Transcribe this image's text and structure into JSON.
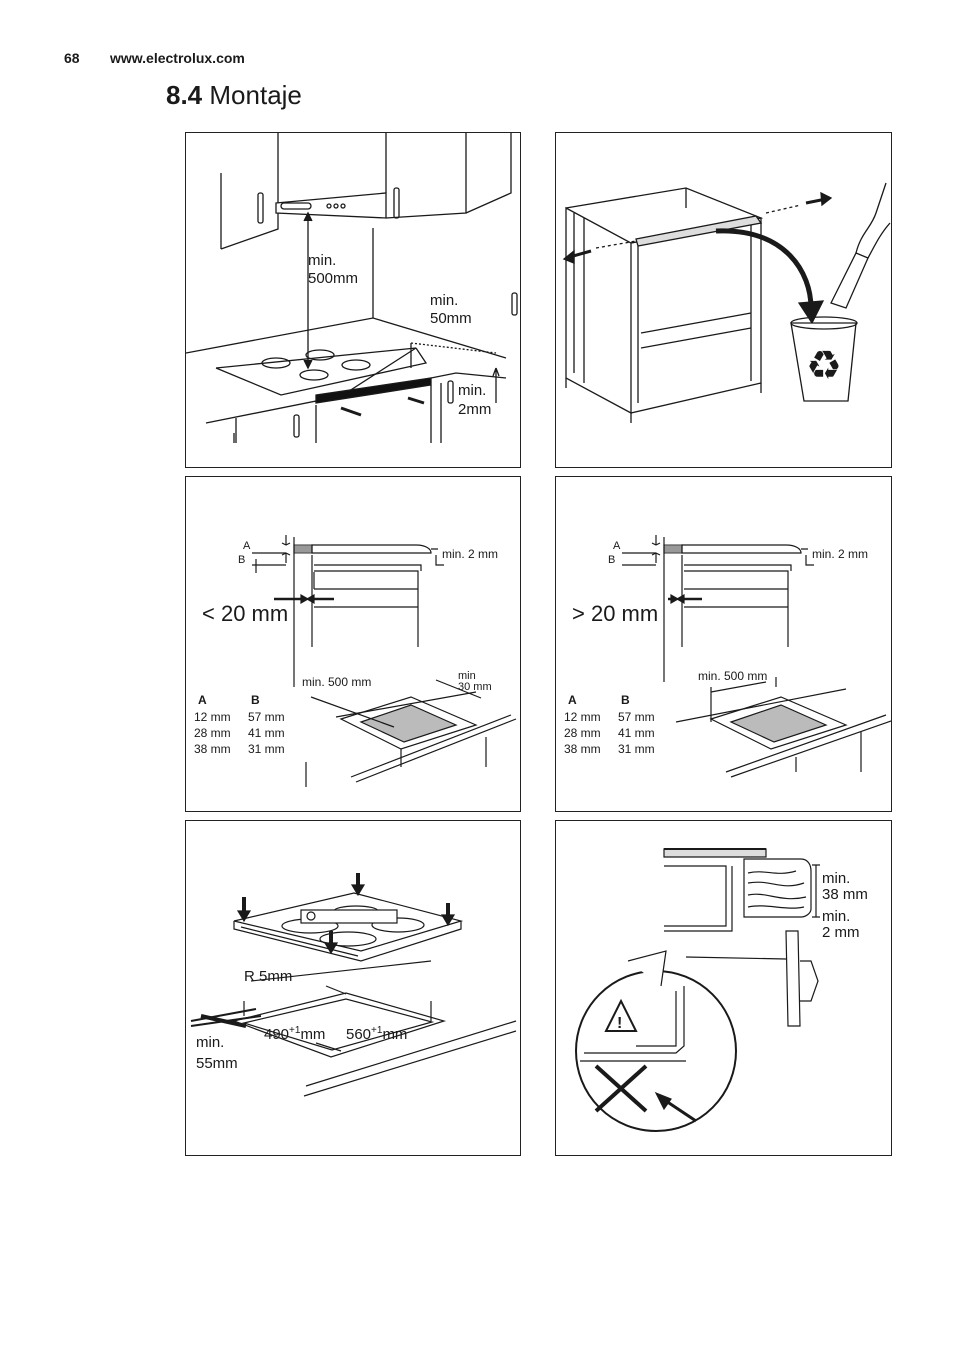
{
  "header": {
    "page_number": "68",
    "website": "www.electrolux.com"
  },
  "section": {
    "number": "8.4",
    "title": "Montaje"
  },
  "panel1": {
    "dim_hood_1": "min.",
    "dim_hood_2": "500mm",
    "dim_side_1": "min.",
    "dim_side_2": "50mm",
    "dim_gap_1": "min.",
    "dim_gap_2": "2mm"
  },
  "panel3": {
    "label_a": "A",
    "label_b": "B",
    "min_gap": "min. 2 mm",
    "big_label": "< 20 mm",
    "min_500": "min. 500 mm",
    "min_30_1": "min",
    "min_30_2": "30 mm",
    "table": {
      "headers": [
        "A",
        "B"
      ],
      "rows": [
        [
          "12 mm",
          "57 mm"
        ],
        [
          "28 mm",
          "41 mm"
        ],
        [
          "38 mm",
          "31 mm"
        ]
      ]
    }
  },
  "panel4": {
    "label_a": "A",
    "label_b": "B",
    "min_gap": "min. 2 mm",
    "big_label": "> 20 mm",
    "min_500": "min. 500 mm",
    "table": {
      "headers": [
        "A",
        "B"
      ],
      "rows": [
        [
          "12 mm",
          "57 mm"
        ],
        [
          "28 mm",
          "41 mm"
        ],
        [
          "38 mm",
          "31 mm"
        ]
      ]
    }
  },
  "panel5": {
    "radius": "R 5mm",
    "width_val": "490",
    "width_sup": "+1",
    "width_unit": "mm",
    "depth_val": "560",
    "depth_sup": "+1",
    "depth_unit": "mm",
    "min_1": "min.",
    "min_2": "55mm"
  },
  "panel6": {
    "thick_1": "min.",
    "thick_2": "38 mm",
    "gap_1": "min.",
    "gap_2": "2 mm"
  }
}
